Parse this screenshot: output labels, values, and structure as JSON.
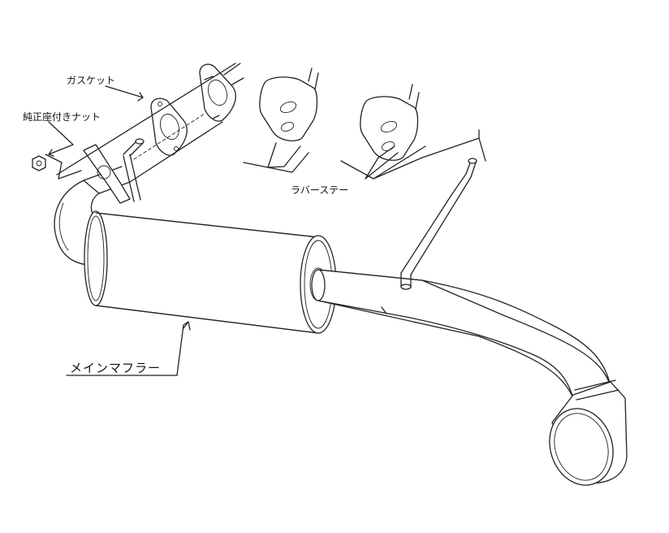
{
  "labels": {
    "gasket": "ガスケット",
    "nut": "純正座付きナット",
    "rubber_stay": "ラバーステー",
    "main_muffler": "メインマフラー"
  },
  "colors": {
    "line": "#222222",
    "background": "#ffffff"
  }
}
